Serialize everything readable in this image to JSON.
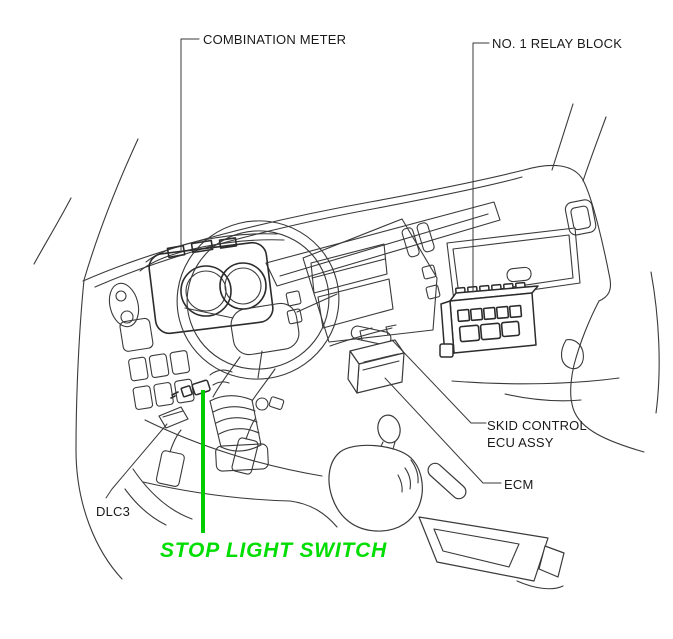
{
  "diagram": {
    "type": "vehicle-dashboard-component-location",
    "labels": {
      "combination_meter": "COMBINATION METER",
      "relay_block": "NO. 1 RELAY BLOCK",
      "skid_control_line1": "SKID CONTROL",
      "skid_control_line2": "ECU ASSY",
      "ecm": "ECM",
      "dlc3": "DLC3"
    },
    "highlight": {
      "label": "STOP LIGHT SWITCH",
      "line_color": "#00cc00",
      "text_color": "#00dd00"
    },
    "style": {
      "background": "#ffffff",
      "line_color": "#3a3a3a",
      "label_color": "#1a1a1a"
    }
  }
}
